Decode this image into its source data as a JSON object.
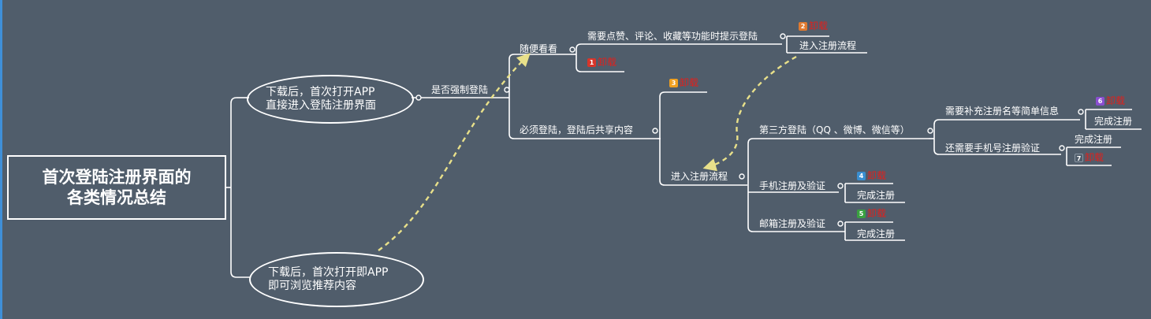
{
  "root": {
    "line1": "首次登陆注册界面的",
    "line2": "各类情况总结"
  },
  "branch_a": {
    "line1": "下载后，首次打开APP",
    "line2": "直接进入登陆注册界面"
  },
  "branch_b": {
    "line1": "下载后，首次打开即APP",
    "line2": "即可浏览推荐内容"
  },
  "force_login": "是否强制登陆",
  "browse": "随便看看",
  "need_like": "需要点赞、评论、收藏等功能时提示登陆",
  "enter_flow": "进入注册流程",
  "must_login": "必须登陆，登陆后共享内容",
  "enter_flow_2": "进入注册流程",
  "third_party": "第三方登陆（QQ 、微博、微信等）",
  "need_info": "需要补充注册名等简单信息",
  "need_phone": "还需要手机号注册验证",
  "phone_reg": "手机注册及验证",
  "email_reg": "邮箱注册及验证",
  "done": "完成注册",
  "uninstall": "卸载",
  "badges": [
    {
      "num": "1",
      "color": "#d8352a"
    },
    {
      "num": "2",
      "color": "#e07a30"
    },
    {
      "num": "3",
      "color": "#f0a020"
    },
    {
      "num": "4",
      "color": "#3a8ed0"
    },
    {
      "num": "5",
      "color": "#3aa040"
    },
    {
      "num": "6",
      "color": "#8a4ed0"
    },
    {
      "num": "7",
      "color": "#505d6b"
    }
  ],
  "colors": {
    "background": "#505d6b",
    "line": "#ffffff",
    "arrow": "#e8e08a",
    "uninstall": "#e0201c"
  }
}
